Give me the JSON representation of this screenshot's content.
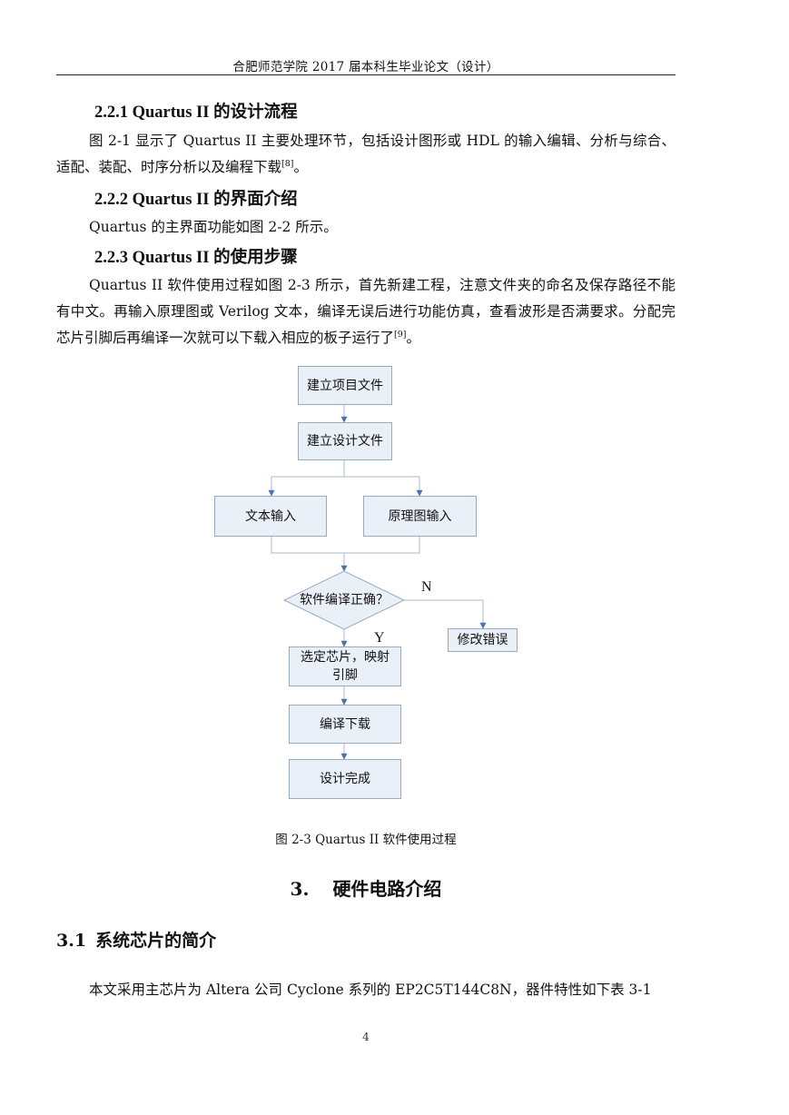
{
  "header": {
    "title": "合肥师范学院 2017 届本科生毕业论文（设计）"
  },
  "section_221": {
    "heading": "2.2.1 Quartus II 的设计流程",
    "para_text": "图 2-1 显示了 Quartus II 主要处理环节，包括设计图形或 HDL 的输入编辑、分析与综合、适配、装配、时序分析以及编程下载",
    "citation": "[8]",
    "para_end": "。"
  },
  "section_222": {
    "heading": "2.2.2 Quartus II 的界面介绍",
    "para_text": "Quartus 的主界面功能如图 2-2 所示。"
  },
  "section_223": {
    "heading": "2.2.3 Quartus II 的使用步骤",
    "para_text": "Quartus II 软件使用过程如图 2-3 所示，首先新建工程，注意文件夹的命名及保存路径不能有中文。再输入原理图或 Verilog 文本，编译无误后进行功能仿真，查看波形是否满要求。分配完芯片引脚后再编译一次就可以下载入相应的板子运行了",
    "citation": "[9]",
    "para_end": "。"
  },
  "flowchart": {
    "step_create_project": "建立项目文件",
    "step_create_design": "建立设计文件",
    "step_text_input": "文本输入",
    "step_schematic_input": "原理图输入",
    "decision_compile_ok": "软件编译正确？",
    "label_no": "N",
    "label_yes": "Y",
    "step_fix_errors": "修改错误",
    "step_select_chip": "选定芯片，映射引脚",
    "step_compile_download": "编译下载",
    "step_design_complete": "设计完成",
    "box_fill": "#eaf0f7",
    "box_border": "#9aaabd",
    "connector_color": "#a9b9cc",
    "arrow_color": "#4a74b0"
  },
  "figure_caption": "图 2-3 Quartus II 软件使用过程",
  "chapter3": {
    "number": "3.",
    "title": "硬件电路介绍"
  },
  "section_31": {
    "number": "3.1",
    "title": "系统芯片的简介"
  },
  "section_31_para": "本文采用主芯片为 Altera 公司 Cyclone 系列的 EP2C5T144C8N，器件特性如下表 3-1",
  "page_number": "4"
}
